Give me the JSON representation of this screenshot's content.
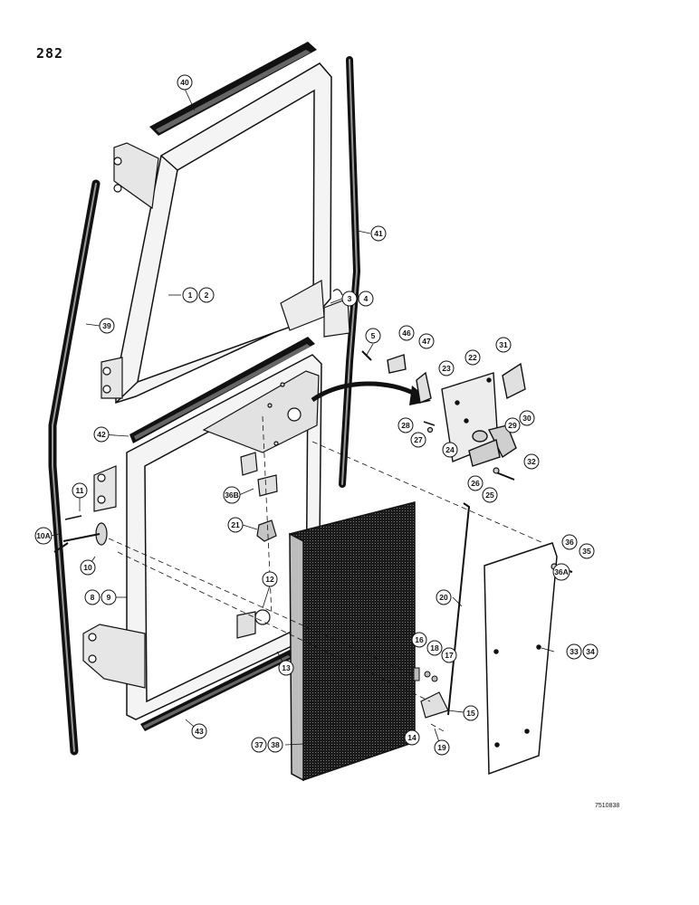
{
  "page_number": "282",
  "drawing_number": "7510838",
  "callouts": [
    {
      "id": "callout-40",
      "label": "40"
    },
    {
      "id": "callout-41",
      "label": "41"
    },
    {
      "id": "callout-1",
      "label": "1"
    },
    {
      "id": "callout-2",
      "label": "2"
    },
    {
      "id": "callout-39",
      "label": "39"
    },
    {
      "id": "callout-3",
      "label": "3"
    },
    {
      "id": "callout-4",
      "label": "4"
    },
    {
      "id": "callout-5",
      "label": "5"
    },
    {
      "id": "callout-46",
      "label": "46"
    },
    {
      "id": "callout-47",
      "label": "47"
    },
    {
      "id": "callout-22",
      "label": "22"
    },
    {
      "id": "callout-31",
      "label": "31"
    },
    {
      "id": "callout-23",
      "label": "23"
    },
    {
      "id": "callout-28",
      "label": "28"
    },
    {
      "id": "callout-27",
      "label": "27"
    },
    {
      "id": "callout-24",
      "label": "24"
    },
    {
      "id": "callout-29",
      "label": "29"
    },
    {
      "id": "callout-30",
      "label": "30"
    },
    {
      "id": "callout-32",
      "label": "32"
    },
    {
      "id": "callout-42",
      "label": "42"
    },
    {
      "id": "callout-11",
      "label": "11"
    },
    {
      "id": "callout-36b",
      "label": "36B"
    },
    {
      "id": "callout-26",
      "label": "26"
    },
    {
      "id": "callout-25",
      "label": "25"
    },
    {
      "id": "callout-10a",
      "label": "10A"
    },
    {
      "id": "callout-21",
      "label": "21"
    },
    {
      "id": "callout-36",
      "label": "36"
    },
    {
      "id": "callout-35",
      "label": "35"
    },
    {
      "id": "callout-10",
      "label": "10"
    },
    {
      "id": "callout-36a",
      "label": "36A"
    },
    {
      "id": "callout-12",
      "label": "12"
    },
    {
      "id": "callout-8",
      "label": "8"
    },
    {
      "id": "callout-9",
      "label": "9"
    },
    {
      "id": "callout-20",
      "label": "20"
    },
    {
      "id": "callout-16",
      "label": "16"
    },
    {
      "id": "callout-18",
      "label": "18"
    },
    {
      "id": "callout-17",
      "label": "17"
    },
    {
      "id": "callout-33",
      "label": "33"
    },
    {
      "id": "callout-34",
      "label": "34"
    },
    {
      "id": "callout-13",
      "label": "13"
    },
    {
      "id": "callout-15",
      "label": "15"
    },
    {
      "id": "callout-43",
      "label": "43"
    },
    {
      "id": "callout-37",
      "label": "37"
    },
    {
      "id": "callout-38",
      "label": "38"
    },
    {
      "id": "callout-14",
      "label": "14"
    },
    {
      "id": "callout-19",
      "label": "19"
    }
  ]
}
